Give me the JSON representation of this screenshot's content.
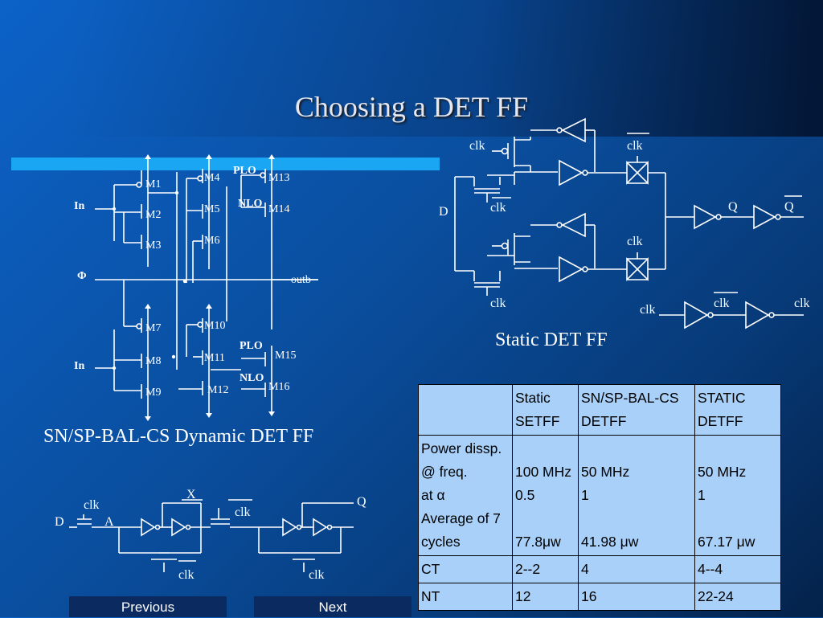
{
  "slide": {
    "title": "Choosing a DET FF"
  },
  "dynamic_ff": {
    "caption": "SN/SP-BAL-CS Dynamic DET FF",
    "labels": {
      "m1": "M1",
      "m2": "M2",
      "m3": "M3",
      "m4": "M4",
      "m5": "M5",
      "m6": "M6",
      "m7": "M7",
      "m8": "M8",
      "m9": "M9",
      "m10": "M10",
      "m11": "M11",
      "m12": "M12",
      "m13": "M13",
      "m14": "M14",
      "m15": "M15",
      "m16": "M16",
      "plo1": "PLO",
      "nlo1": "NLO",
      "plo2": "PLO",
      "nlo2": "NLO",
      "in1": "In",
      "in2": "In",
      "phi": "Φ",
      "outb": "outb"
    }
  },
  "static_ff": {
    "caption": "Static DET FF",
    "labels": {
      "clk_a": "clk",
      "clk_b": "clk",
      "clk_c": "clk",
      "clk_d": "clk",
      "clk_e": "clk",
      "d": "D",
      "q": "Q",
      "qbar": "Q",
      "clk_in": "clk",
      "clk_mid": "clk",
      "clk_out": "clk"
    }
  },
  "latch_ff": {
    "labels": {
      "d": "D",
      "clk1": "clk",
      "a": "A",
      "x": "X",
      "clk2": "clk",
      "q": "Q",
      "clk3": "clk",
      "clk4": "clk"
    }
  },
  "table": {
    "headers": [
      "",
      "Static SETFF",
      "SN/SP-BAL-CS DETFF",
      "STATIC DETFF"
    ],
    "power_label": [
      "Power dissp.",
      "@ freq.",
      "at α",
      "Average of 7",
      "cycles"
    ],
    "power": [
      {
        "freq": "100 MHz",
        "alpha": "0.5",
        "avg": "77.8μw"
      },
      {
        "freq": "50 MHz",
        "alpha": "1",
        "avg": "41.98 μw"
      },
      {
        "freq": "50 MHz",
        "alpha": "1",
        "avg": "67.17 μw"
      }
    ],
    "rows": [
      {
        "label": "CT",
        "values": [
          "2--2",
          "4",
          "4--4"
        ]
      },
      {
        "label": "NT",
        "values": [
          "12",
          "16",
          "22-24"
        ]
      }
    ]
  },
  "nav": {
    "previous": "Previous",
    "next": "Next"
  }
}
